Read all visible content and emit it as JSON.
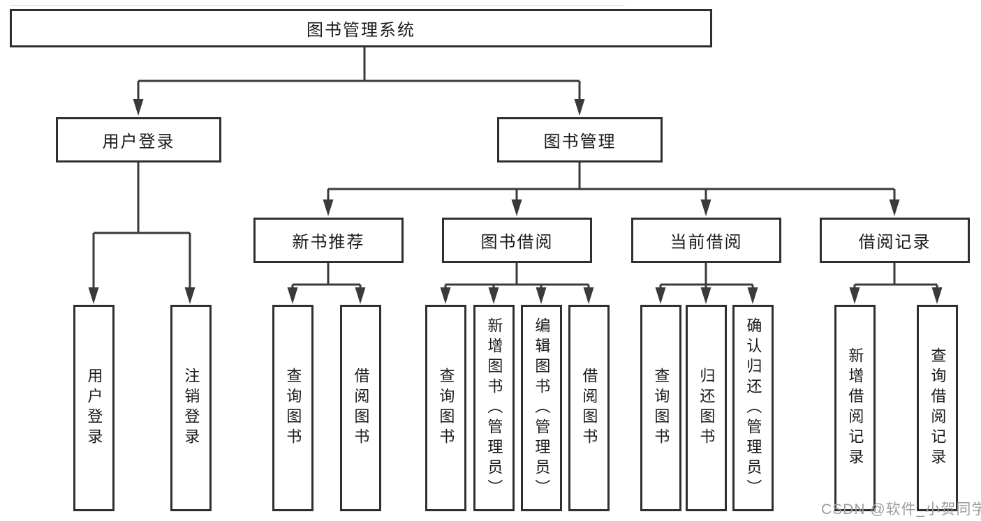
{
  "tree": {
    "root": "图书管理系统",
    "branches": [
      {
        "label": "用户登录",
        "children": [
          "用户登录",
          "注销登录"
        ]
      },
      {
        "label": "图书管理",
        "groups": [
          {
            "label": "新书推荐",
            "children": [
              "查询图书",
              "借阅图书"
            ]
          },
          {
            "label": "图书借阅",
            "children": [
              "查询图书",
              "新增图书（管理员）",
              "编辑图书（管理员）",
              "借阅图书"
            ]
          },
          {
            "label": "当前借阅",
            "children": [
              "查询图书",
              "归还图书",
              "确认归还（管理员）"
            ]
          },
          {
            "label": "借阅记录",
            "children": [
              "新增借阅记录",
              "查询借阅记录"
            ]
          }
        ]
      }
    ]
  },
  "watermark": "CSDN @软件_小贺同学",
  "colors": {
    "line": "#3a3a3a",
    "box_border": "#2f2f2f",
    "text": "#1b1b1b",
    "watermark": "#9c9c9c",
    "background": "#ffffff"
  }
}
